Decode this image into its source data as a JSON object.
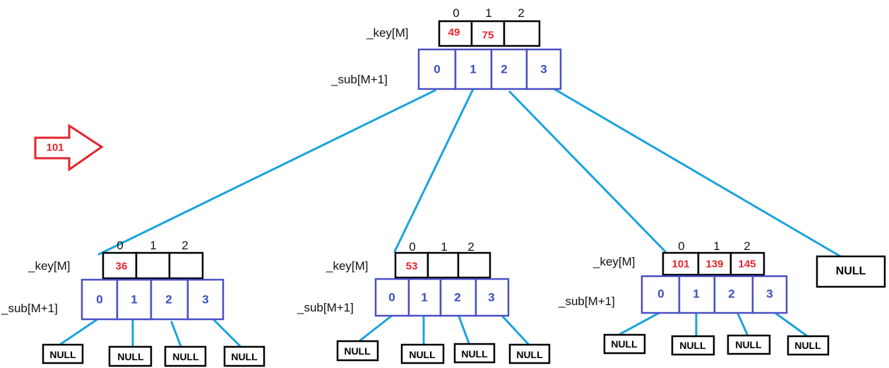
{
  "insert_arrow": {
    "value": "101",
    "color": "#e3242b"
  },
  "labels": {
    "key": "_key[M]",
    "sub": "_sub[M+1]"
  },
  "key_indices": [
    "0",
    "1",
    "2"
  ],
  "sub_indices": [
    "0",
    "1",
    "2",
    "3"
  ],
  "null_label": "NULL",
  "colors": {
    "key_value": "#e8232f",
    "sub_index": "#3a4dbf",
    "sub_border": "#4a4fc4",
    "edge": "#1aa3dc"
  },
  "nodes": {
    "root": {
      "keys": [
        "49",
        "75",
        ""
      ]
    },
    "child0": {
      "keys": [
        "36",
        "",
        ""
      ]
    },
    "child1": {
      "keys": [
        "53",
        "",
        ""
      ]
    },
    "child2": {
      "keys": [
        "101",
        "139",
        "145"
      ]
    },
    "child3": {
      "null": true
    }
  }
}
